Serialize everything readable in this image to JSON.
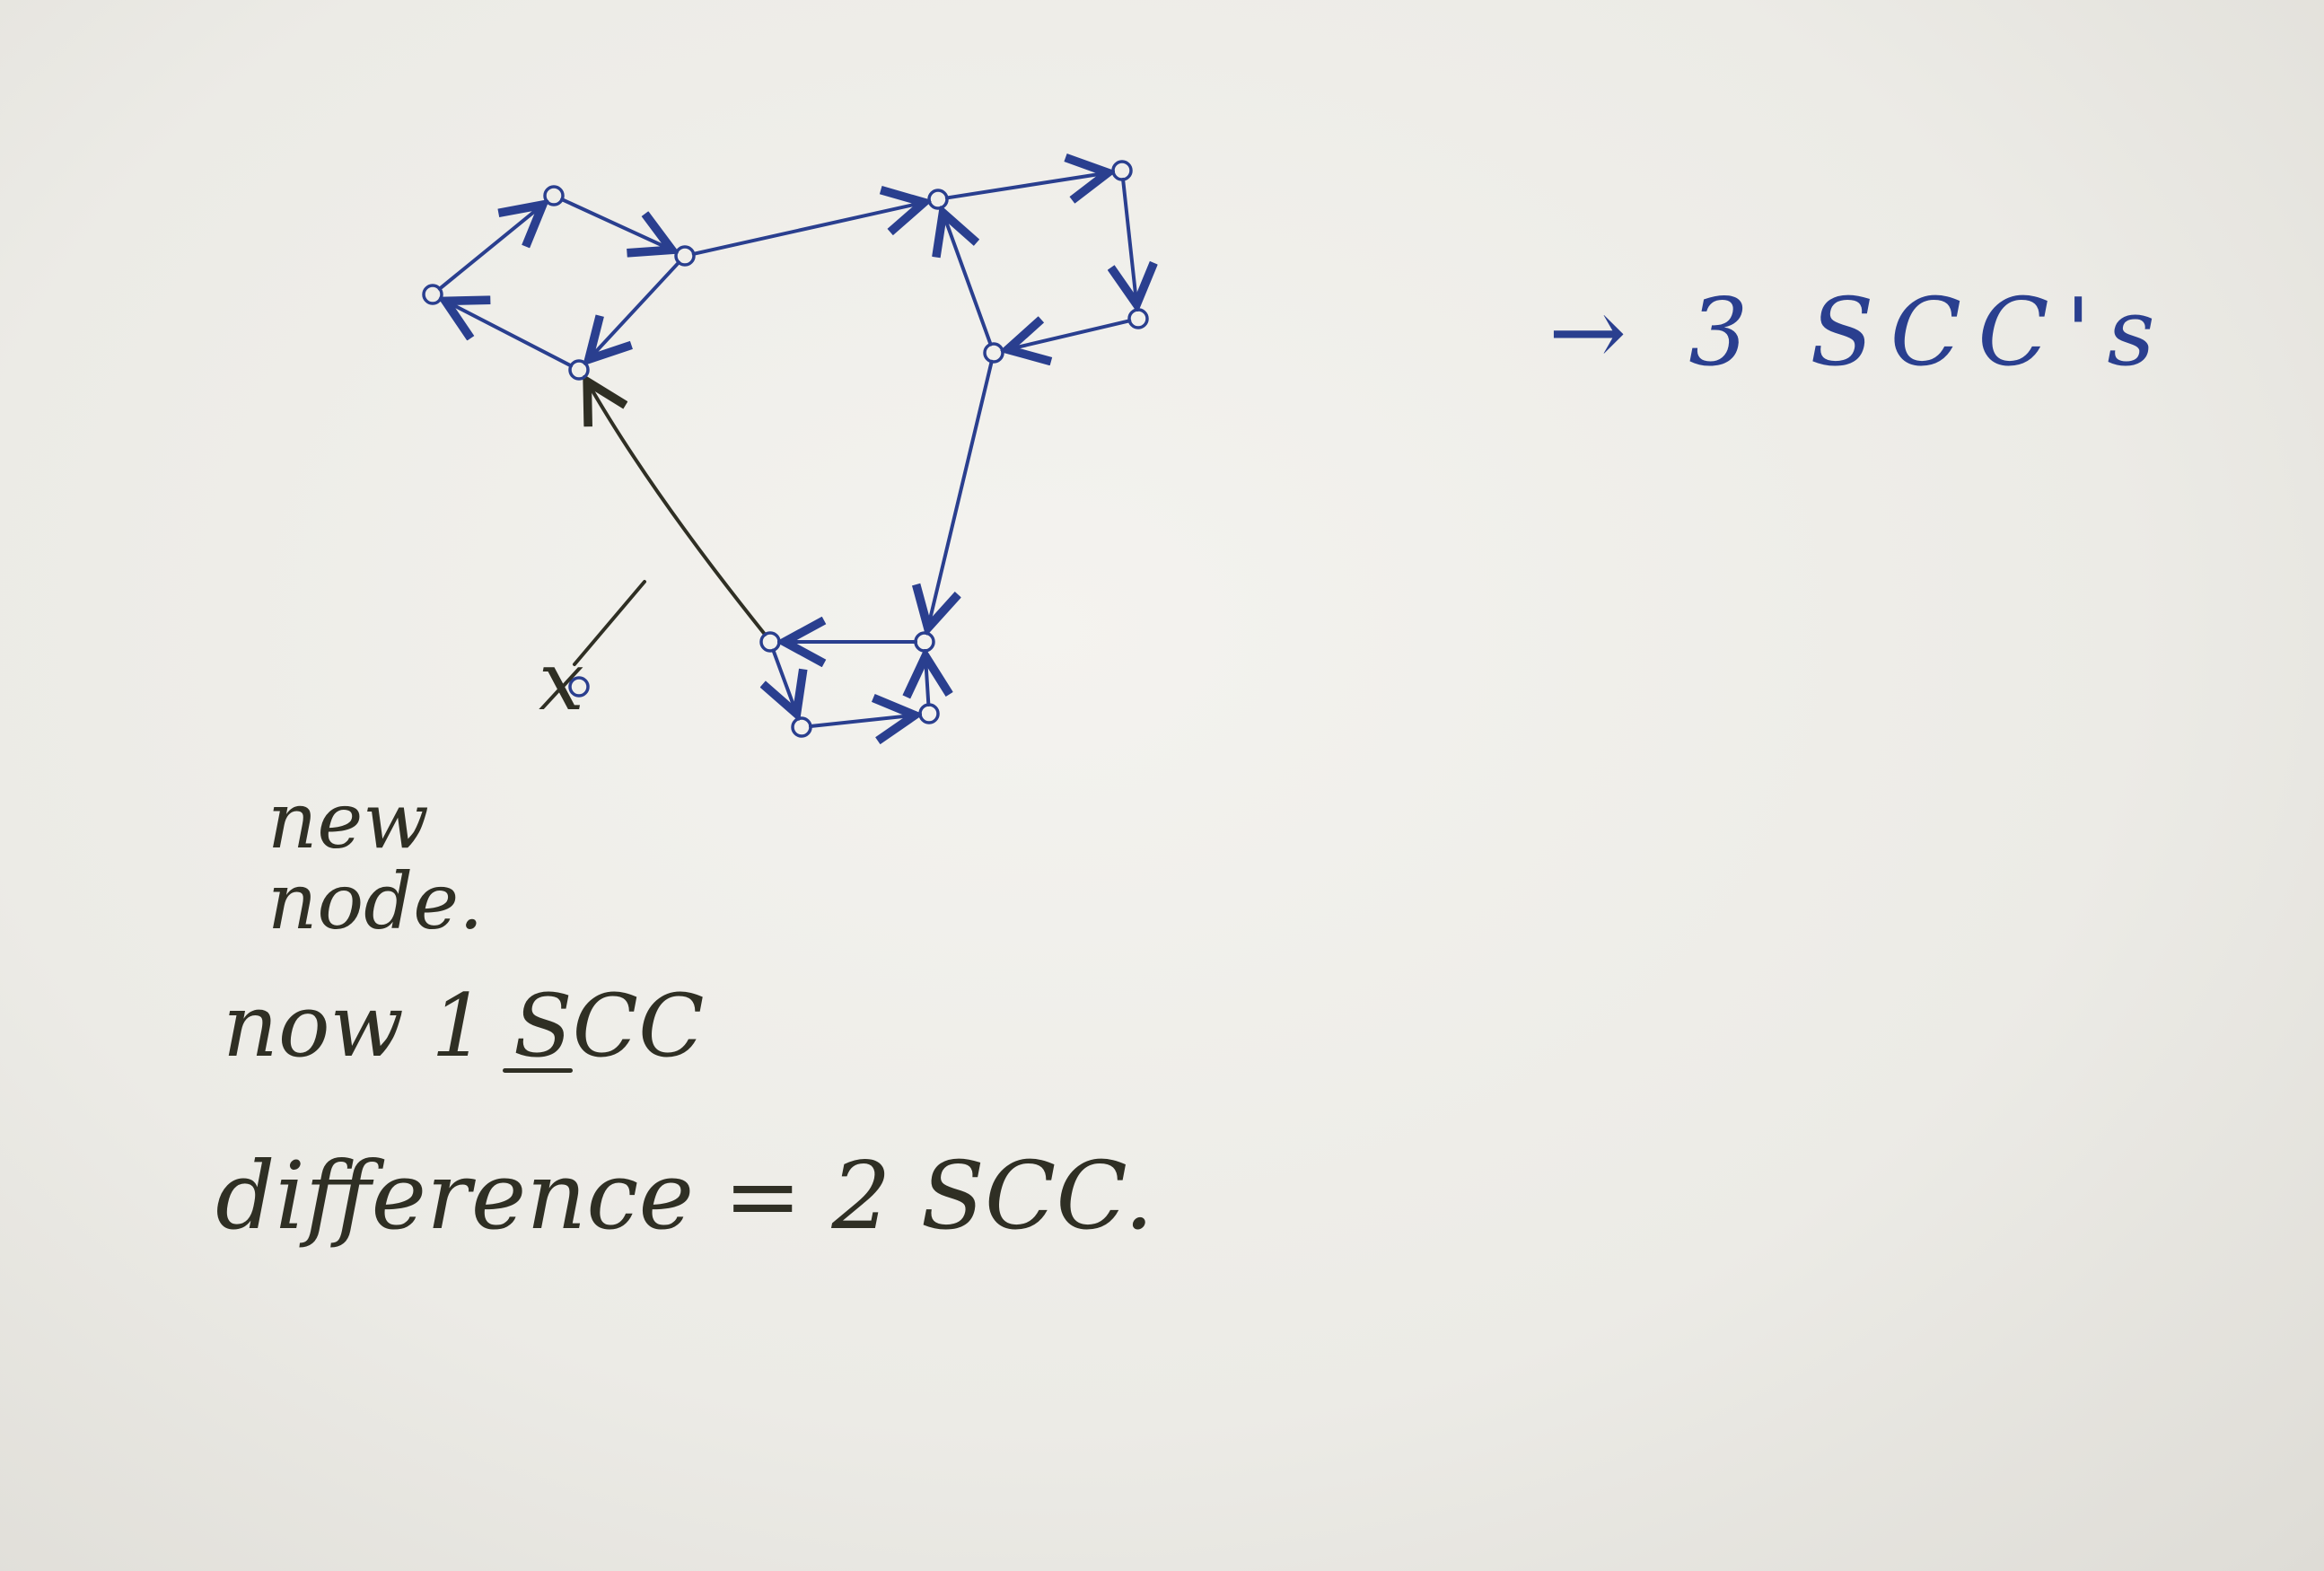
{
  "annotations": {
    "scc_note": "→ 3 SCC's",
    "new_node_label": "x",
    "new_node_line1": "new",
    "new_node_line2": "node.",
    "now_line": "now 1 SCC",
    "difference_line": "difference = 2 SCC."
  },
  "colors": {
    "pen_blue": "#2a3f8f",
    "pen_black": "#2f2f24"
  },
  "graph": {
    "node_count": 13,
    "edge_count": 15
  }
}
